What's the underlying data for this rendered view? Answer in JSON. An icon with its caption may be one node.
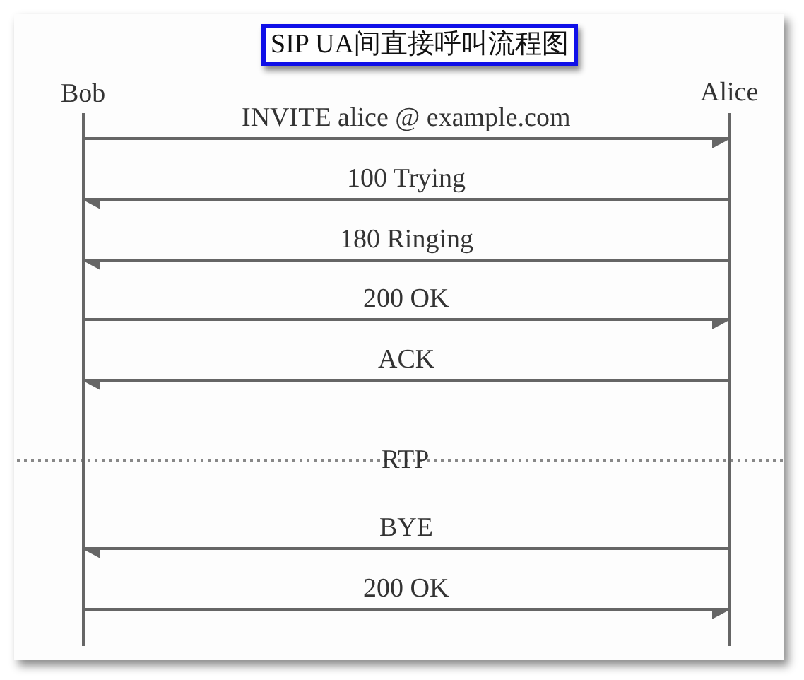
{
  "diagram": {
    "title": "SIP UA间直接呼叫流程图",
    "nodes": [
      {
        "text": [
          "Bob"
        ]
      },
      {
        "text": [
          "Alice"
        ]
      }
    ],
    "edges": [
      {
        "from": 0,
        "to": 1,
        "arrow": "to",
        "label": "INVITE alice @ example.com"
      },
      {
        "from": 1,
        "to": 0,
        "arrow": "to",
        "label": "100 Trying"
      },
      {
        "from": 1,
        "to": 0,
        "arrow": "to",
        "label": "180 Ringing"
      },
      {
        "from": 0,
        "to": 1,
        "arrow": "to",
        "label": "200 OK"
      },
      {
        "from": 1,
        "to": 0,
        "arrow": "to",
        "label": "ACK"
      },
      {
        "from": 1,
        "to": 0,
        "arrow": "to",
        "label": "BYE"
      },
      {
        "from": 0,
        "to": 1,
        "arrow": "to",
        "label": "200 OK"
      }
    ],
    "labels": [
      "RTP"
    ]
  }
}
